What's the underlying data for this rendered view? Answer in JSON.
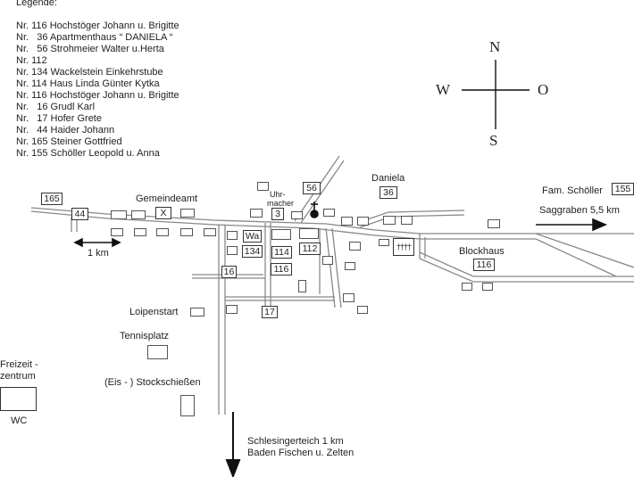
{
  "legend": {
    "title": "Legende:",
    "entries": [
      "Nr. 116 Hochstöger Johann u. Brigitte",
      "Nr.   36 Apartmenthaus “ DANIELA “",
      "Nr.   56 Strohmeier Walter u.Herta",
      "Nr. 112",
      "Nr. 134 Wackelstein Einkehrstube",
      "Nr. 114 Haus Linda Günter Kytka",
      "Nr. 116 Hochstöger Johann u. Brigitte",
      "Nr.   16 Grudl Karl",
      "Nr.   17 Hofer Grete",
      "Nr.   44 Haider Johann",
      "Nr. 165 Steiner Gottfried",
      "Nr. 155 Schöller Leopold u. Anna"
    ]
  },
  "compass": {
    "n": "N",
    "s": "S",
    "w": "W",
    "o": "O"
  },
  "labels": {
    "gemeindeamt": "Gemeindeamt",
    "uhrmacher_1": "Uhr-",
    "uhrmacher_2": "macher",
    "daniela": "Daniela",
    "fam_schoeller": "Fam. Schöller",
    "saggraben": "Saggraben 5,5 km",
    "blockhaus": "Blockhaus",
    "scale": "1 km",
    "loipenstart": "Loipenstart",
    "tennisplatz": "Tennisplatz",
    "stockschiessen": "(Eis - ) Stockschießen",
    "freizeit_1": "Freizeit -",
    "freizeit_2": "zentrum",
    "wc": "WC",
    "schlesingerteich": "Schlesingerteich 1 km",
    "baden": "Baden Fischen u. Zelten",
    "cemetery": "††††"
  },
  "house_numbers": {
    "n165": "165",
    "n44": "44",
    "x": "X",
    "n56": "56",
    "n3": "3",
    "n36": "36",
    "n155": "155",
    "wa": "Wa",
    "n134": "134",
    "n114": "114",
    "n112": "112",
    "n116a": "116",
    "n116b": "116",
    "n16": "16",
    "n17": "17"
  }
}
